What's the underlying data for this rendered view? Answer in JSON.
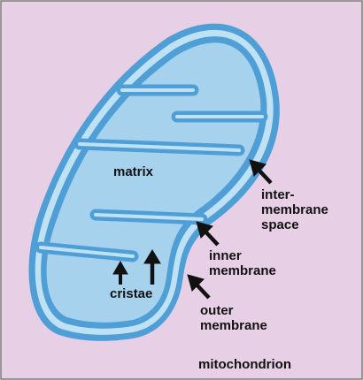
{
  "colors": {
    "background": "#e7d0e6",
    "frame": "#7a7a7a",
    "membrane": "#4f9fd6",
    "intermembrane_space": "#bfe1f4",
    "matrix": "#a7d2ee",
    "arrow": "#111111",
    "text": "#111111"
  },
  "labels": {
    "matrix": "matrix",
    "intermembrane_line1": "inter-",
    "intermembrane_line2": "membrane",
    "intermembrane_line3": "space",
    "inner_line1": "inner",
    "inner_line2": "membrane",
    "outer_line1": "outer",
    "outer_line2": "membrane",
    "cristae": "cristae",
    "mitochondrion": "mitochondrion"
  }
}
